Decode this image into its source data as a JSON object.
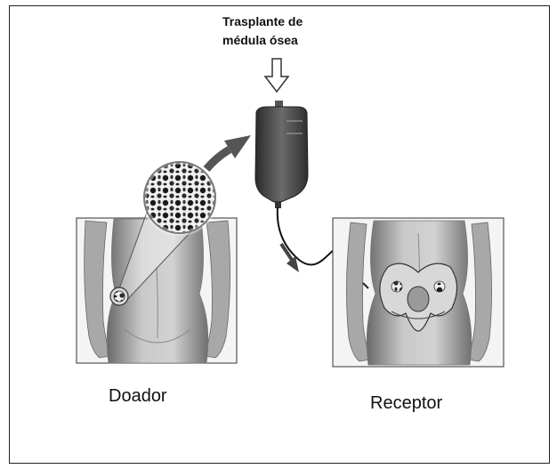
{
  "title": {
    "line1": "Trasplante de",
    "line2": "médula ósea"
  },
  "labels": {
    "donor": "Doador",
    "recipient": "Receptor"
  }
}
